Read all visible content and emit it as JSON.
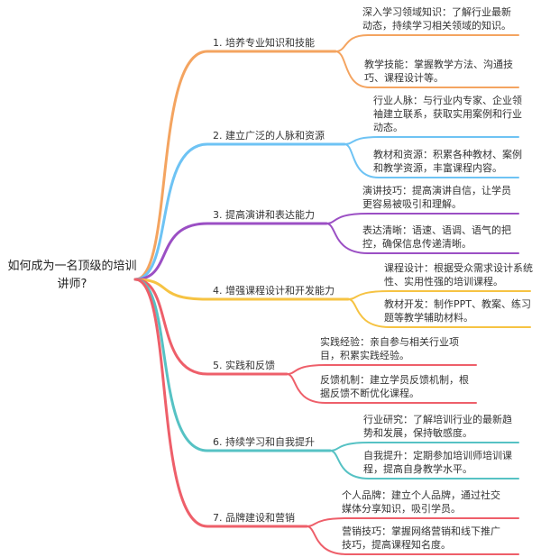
{
  "root": "如何成为一名顶级的培训讲师?",
  "branches": [
    {
      "label": "1. 培养专业知识和技能",
      "color": "#f4a460",
      "children": [
        "深入学习领域知识：了解行业最新动态，持续学习相关领域的知识。",
        "教学技能：掌握教学方法、沟通技巧、课程设计等。"
      ]
    },
    {
      "label": "2. 建立广泛的人脉和资源",
      "color": "#6ec3f4",
      "children": [
        "行业人脉：与行业内专家、企业领袖建立联系，获取实用案例和行业动态。",
        "教材和资源：积累各种教材、案例和教学资源，丰富课程内容。"
      ]
    },
    {
      "label": "3. 提高演讲和表达能力",
      "color": "#9b4fc4",
      "children": [
        "演讲技巧：提高演讲自信，让学员更容易被吸引和理解。",
        "表达清晰：语速、语调、语气的把控，确保信息传递清晰。"
      ]
    },
    {
      "label": "4. 增强课程设计和开发能力",
      "color": "#f6c343",
      "children": [
        "课程设计：根据受众需求设计系统性、实用性强的培训课程。",
        "教材开发：制作PPT、教案、练习题等教学辅助材料。"
      ]
    },
    {
      "label": "5. 实践和反馈",
      "color": "#ee5f6a",
      "children": [
        "实践经验：亲自参与相关行业项目，积累实践经验。",
        "反馈机制：建立学员反馈机制，根据反馈不断优化课程。"
      ]
    },
    {
      "label": "6. 持续学习和自我提升",
      "color": "#56c2c4",
      "children": [
        "行业研究：了解培训行业的最新趋势和发展，保持敏感度。",
        "自我提升：定期参加培训师培训课程，提高自身教学水平。"
      ]
    },
    {
      "label": "7. 品牌建设和营销",
      "color": "#ee5f6a",
      "children": [
        "个人品牌：建立个人品牌，通过社交媒体分享知识，吸引学员。",
        "营销技巧：掌握网络营销和线下推广技巧，提高课程知名度。"
      ]
    }
  ]
}
